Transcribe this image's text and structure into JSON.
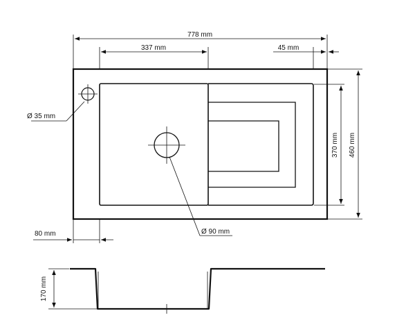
{
  "colors": {
    "line": "#111111",
    "background": "#ffffff"
  },
  "dimensions": {
    "total_width": "778 mm",
    "bowl_width": "337 mm",
    "edge_offset": "45 mm",
    "inner_height": "370 mm",
    "total_height": "460 mm",
    "overflow_diameter": "Ø 35 mm",
    "drain_diameter": "Ø 90 mm",
    "left_margin": "80 mm",
    "bowl_depth": "170 mm"
  }
}
